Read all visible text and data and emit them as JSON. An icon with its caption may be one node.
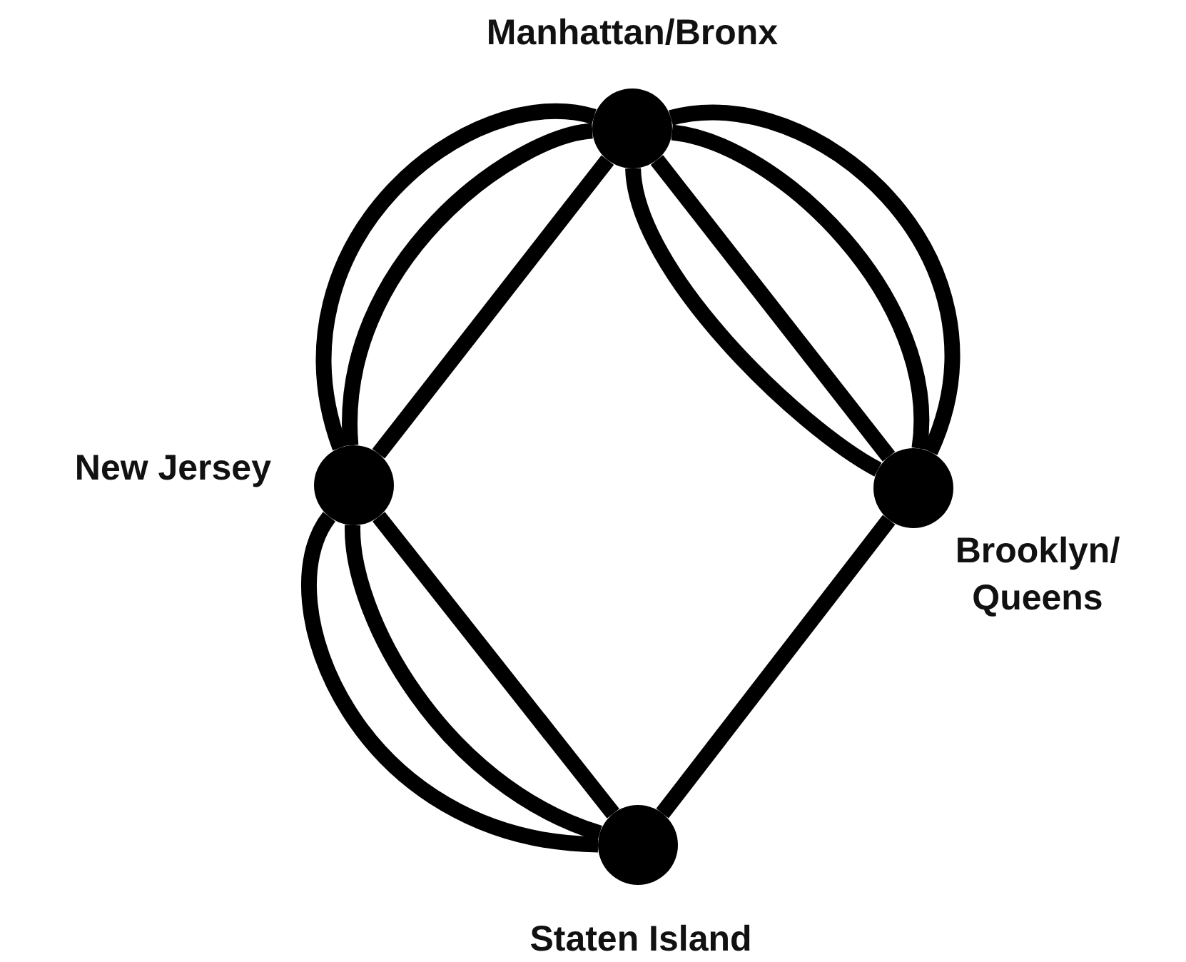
{
  "diagram": {
    "nodes": [
      {
        "text": [],
        "shape": "circle",
        "beside": [
          "Manhattan/Bronx"
        ]
      },
      {
        "text": [],
        "shape": "circle",
        "beside": [
          "New Jersey"
        ]
      },
      {
        "text": [],
        "shape": "circle",
        "beside": [
          "Brooklyn/ Queens"
        ]
      },
      {
        "text": [],
        "shape": "circle",
        "beside": [
          "Staten Island"
        ]
      }
    ],
    "edges": [
      {
        "from": 0,
        "to": 1,
        "arrow": "none"
      },
      {
        "from": 0,
        "to": 1,
        "arrow": "none"
      },
      {
        "from": 0,
        "to": 1,
        "arrow": "none"
      },
      {
        "from": 0,
        "to": 2,
        "arrow": "none"
      },
      {
        "from": 0,
        "to": 2,
        "arrow": "none"
      },
      {
        "from": 0,
        "to": 2,
        "arrow": "none"
      },
      {
        "from": 0,
        "to": 2,
        "arrow": "none"
      },
      {
        "from": 1,
        "to": 3,
        "arrow": "none"
      },
      {
        "from": 1,
        "to": 3,
        "arrow": "none"
      },
      {
        "from": 1,
        "to": 3,
        "arrow": "none"
      },
      {
        "from": 3,
        "to": 2,
        "arrow": "none"
      }
    ]
  }
}
